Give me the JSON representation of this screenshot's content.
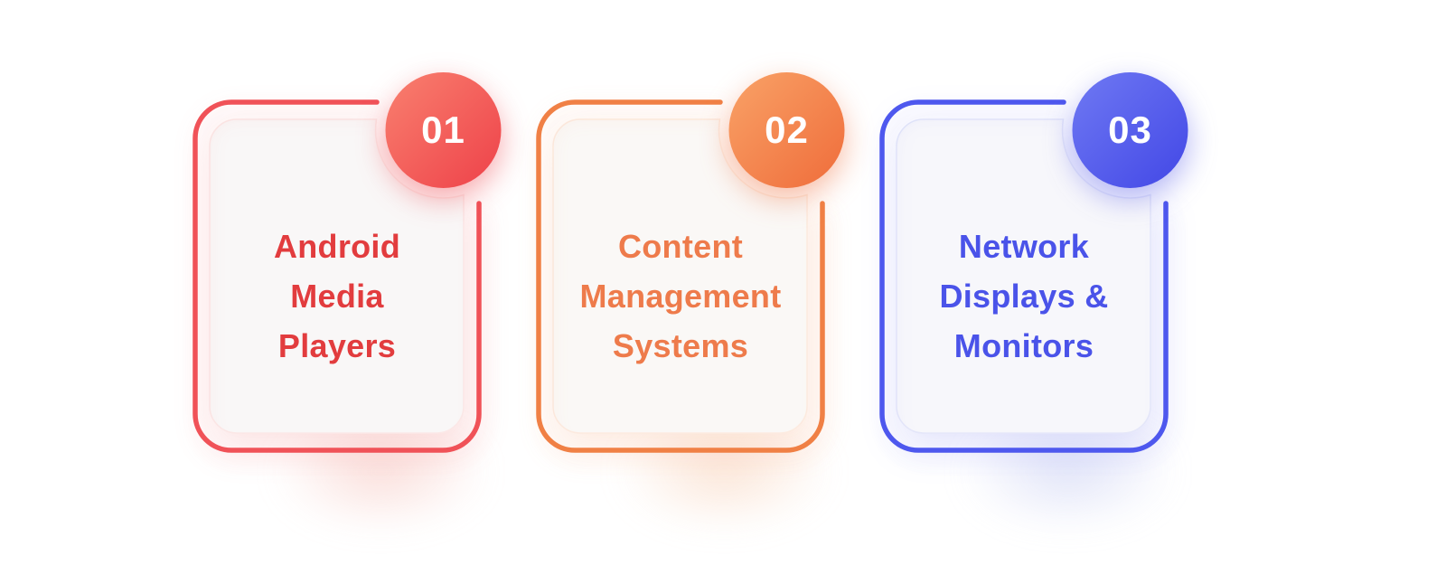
{
  "page": {
    "background": "#ffffff"
  },
  "cards": [
    {
      "number": "01",
      "title_lines": [
        "Android",
        "Media",
        "Players"
      ],
      "colors": {
        "border": "#f05258",
        "text": "#e23c3e",
        "circle_top": "#f9806f",
        "circle_bottom": "#ee4149",
        "panel_bg": "#f9f7f7",
        "panel_stroke": "#fbe8e7",
        "panel_shadow": "rgba(235,90,90,0.16)",
        "halo": "rgba(240,82,88,0.22)",
        "circle_shadow": "rgba(238,65,73,0.45)",
        "glow": "#f6c3bc"
      }
    },
    {
      "number": "02",
      "title_lines": [
        "Content",
        "Management",
        "Systems"
      ],
      "colors": {
        "border": "#f08045",
        "text": "#ee7b4b",
        "circle_top": "#f9a267",
        "circle_bottom": "#ef6c3a",
        "panel_bg": "#faf8f6",
        "panel_stroke": "#fcebe0",
        "panel_shadow": "rgba(240,128,69,0.16)",
        "halo": "rgba(240,128,69,0.22)",
        "circle_shadow": "rgba(239,108,58,0.45)",
        "glow": "#f8d0b6"
      }
    },
    {
      "number": "03",
      "title_lines": [
        "Network",
        "Displays &",
        "Monitors"
      ],
      "colors": {
        "border": "#4e58ee",
        "text": "#4a53e9",
        "circle_top": "#6f79f3",
        "circle_bottom": "#4247e6",
        "panel_bg": "#f7f7fb",
        "panel_stroke": "#e5e7f9",
        "panel_shadow": "rgba(78,88,238,0.15)",
        "halo": "rgba(78,88,238,0.20)",
        "circle_shadow": "rgba(66,71,230,0.40)",
        "glow": "#c7cdf2"
      }
    }
  ]
}
